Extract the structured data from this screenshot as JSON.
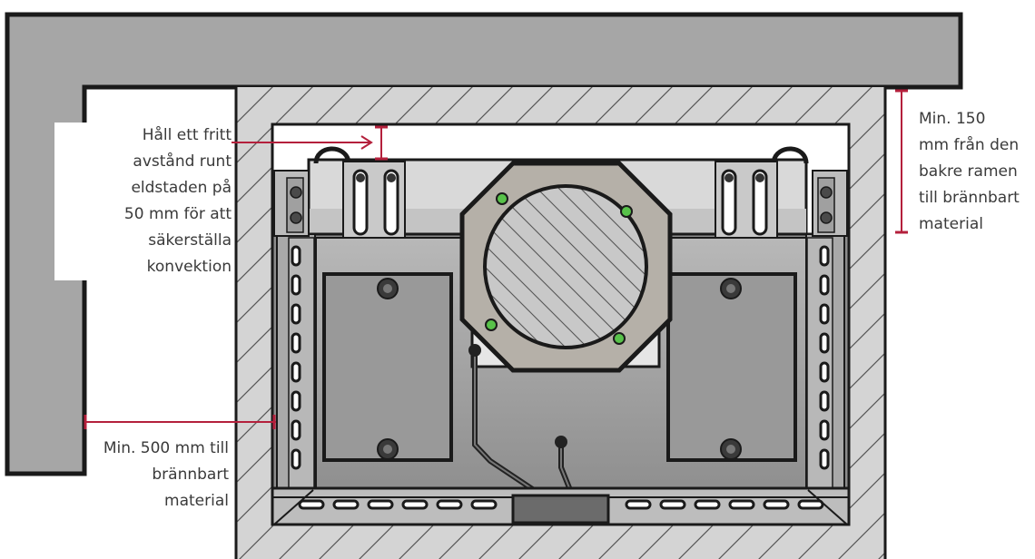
{
  "labels": {
    "convection": [
      "Håll ett fritt",
      "avstånd runt",
      "eldstaden på",
      "50 mm för att",
      "säkerställa",
      "konvektion"
    ],
    "min500": [
      "Min. 500 mm till",
      "brännbart",
      "material"
    ],
    "min150": [
      "Min. 150",
      "mm från den",
      "bakre ramen",
      "till brännbart",
      "material"
    ]
  },
  "colors": {
    "wall": "#a6a6a6",
    "outline": "#1a1a1a",
    "insulation": "#d4d4d4",
    "hatch": "#555555",
    "stove_body": "#8c8c8c",
    "stove_panel": "#999999",
    "bracket": "#c9c9c9",
    "flue_ring": "#b5b0a8",
    "dimension": "#b4203c",
    "screw_green": "#58c24a"
  }
}
